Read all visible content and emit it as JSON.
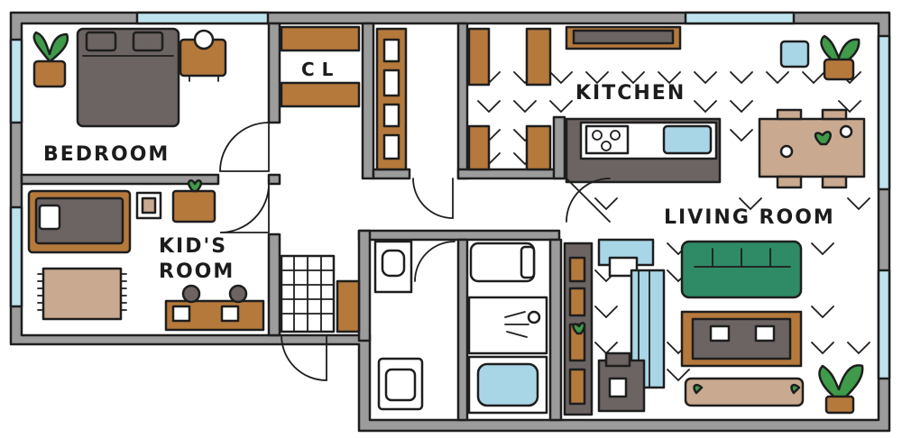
{
  "rooms": {
    "bedroom": "BEDROOM",
    "kids_room_line1": "KID'S",
    "kids_room_line2": "ROOM",
    "closet": "CL",
    "kitchen": "KITCHEN",
    "living_room": "LIVING ROOM"
  },
  "colors": {
    "wall": "#9c9c9c",
    "wall_outline": "#1e1e1e",
    "wood": "#b5793c",
    "dark": "#6b6462",
    "green": "#2f8a66",
    "leaf": "#3f9a4a",
    "window": "#bfe3ee",
    "water": "#a9d6e6",
    "rug": "#c9a98f",
    "floor": "#ffffff"
  }
}
